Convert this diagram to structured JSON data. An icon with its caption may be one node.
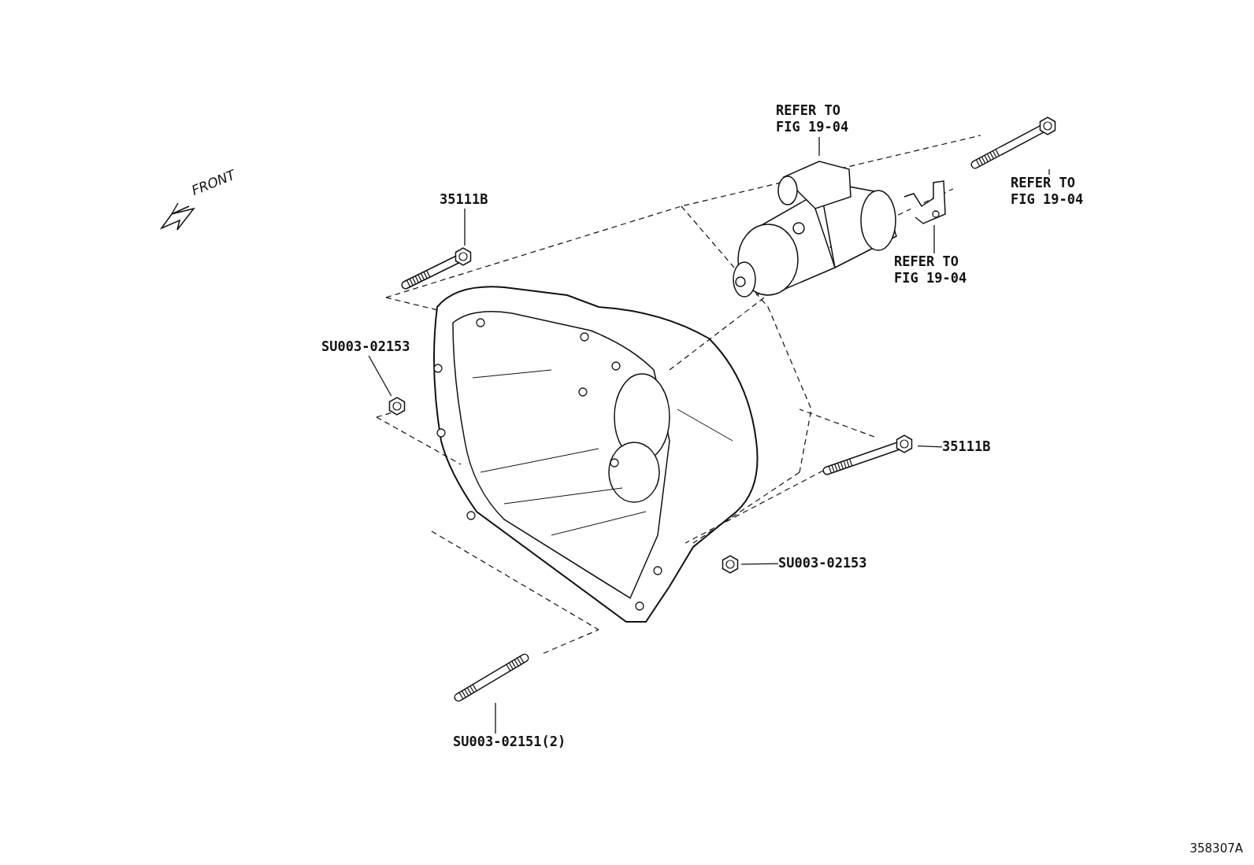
{
  "diagram": {
    "nodes": [
      {
        "text": [
          "35111B"
        ]
      },
      {
        "text": [],
        "shape": "picture"
      },
      {
        "text": [
          "SU003-02153"
        ]
      },
      {
        "text": [],
        "shape": "picture"
      },
      {
        "text": [
          "REFER TO FIG 19-04"
        ]
      },
      {
        "text": [],
        "shape": "picture"
      },
      {
        "text": [
          "REFER TO FIG 19-04"
        ]
      },
      {
        "text": [],
        "shape": "picture"
      },
      {
        "text": [
          "REFER TO FIG 19-04"
        ]
      },
      {
        "text": [],
        "shape": "picture"
      },
      {
        "text": [
          "35111B"
        ]
      },
      {
        "text": [],
        "shape": "picture"
      },
      {
        "text": [
          "SU003-02153"
        ]
      },
      {
        "text": [],
        "shape": "picture"
      },
      {
        "text": [
          "SU003-02151(2)"
        ]
      },
      {
        "text": [],
        "shape": "picture"
      }
    ],
    "edges": [
      {
        "from": 0,
        "to": 1,
        "arrow": "none"
      },
      {
        "from": 2,
        "to": 3,
        "arrow": "none"
      },
      {
        "from": 4,
        "to": 5,
        "arrow": "none"
      },
      {
        "from": 6,
        "to": 7,
        "arrow": "none"
      },
      {
        "from": 8,
        "to": 9,
        "arrow": "none"
      },
      {
        "from": 10,
        "to": 11,
        "arrow": "none"
      },
      {
        "from": 12,
        "to": 13,
        "arrow": "none"
      },
      {
        "from": 14,
        "to": 15,
        "arrow": "none"
      }
    ],
    "labels": [
      "FRONT",
      "358307A"
    ]
  }
}
